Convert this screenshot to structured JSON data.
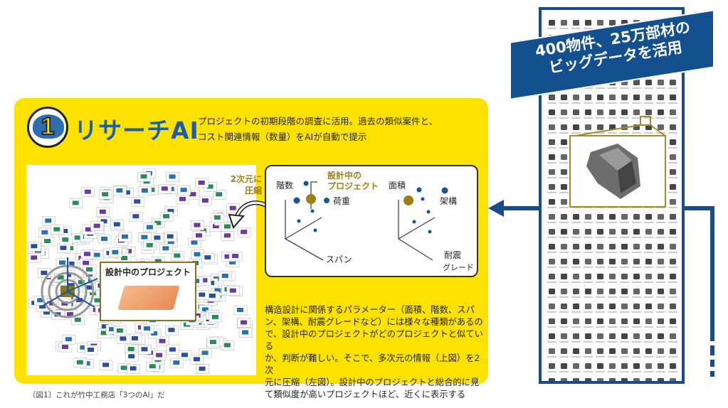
{
  "header": {
    "badge_number": "1",
    "title": "リサーチAI",
    "description": [
      "プロジェクトの初期段階の調査に活用。過去の類似案件と、",
      "コスト関連情報（数量）をAIが自動で提示"
    ]
  },
  "left_map": {
    "project_label": "設計中のプロジェクト",
    "compress_label": [
      "2次元に",
      "圧縮"
    ]
  },
  "chart": {
    "project_label": [
      "設計中の",
      "プロジェクト"
    ],
    "left_axes": {
      "y": "階数",
      "x": "スパン",
      "z": "荷重"
    },
    "right_axes": {
      "y": "面積",
      "x": "耐震",
      "x2": "グレード",
      "z": "架構"
    }
  },
  "body_text": [
    "構造設計に関係するパラメーター（面積、階数、スパ",
    "ン、架構、耐震グレードなど）には様々な種類があるの",
    "で、設計中のプロジェクトがどのプロジェクトと似ている",
    "か、判断が難しい。そこで、多次元の情報（上図）を2次",
    "元に圧縮（左図）。設計中のプロジェクトと総合的に見",
    "て類似度が高いプロジェクトほど、近くに表示する"
  ],
  "banner": [
    "400物件、25万部材の",
    "ビッグデータを活用"
  ],
  "caption": "〔図1〕これが竹中工務店「3つのAI」だ",
  "colors": {
    "panel": "#fde200",
    "blue": "#174c8c",
    "gold": "#9c7f14"
  }
}
